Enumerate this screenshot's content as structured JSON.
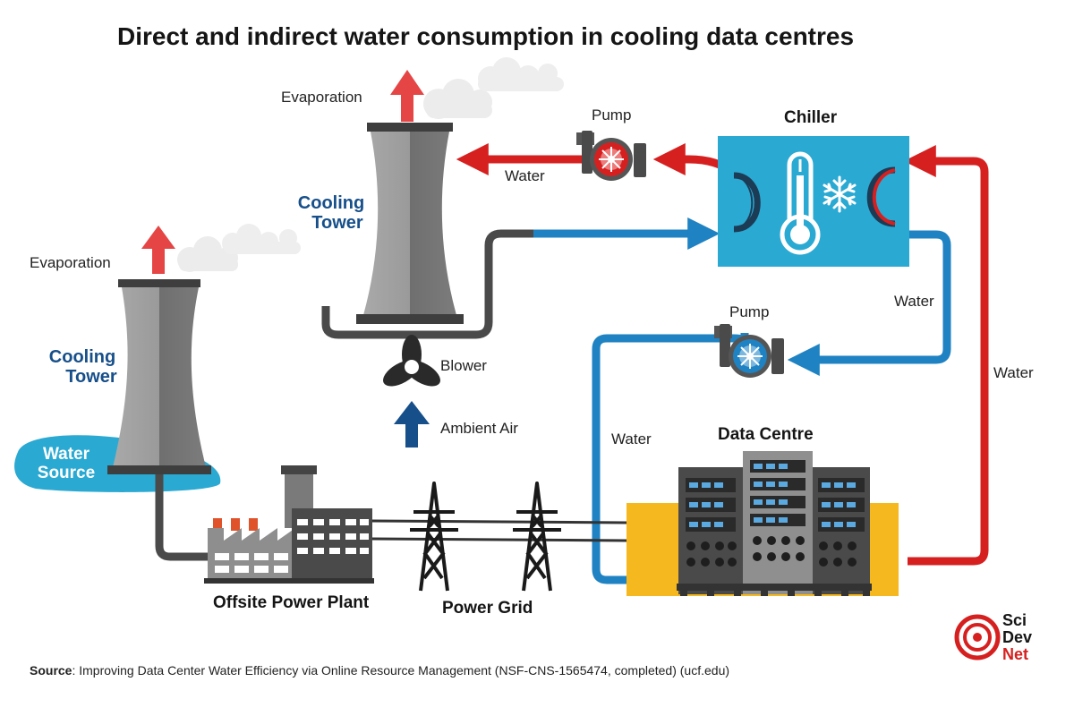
{
  "title": "Direct and indirect water consumption in cooling data centres",
  "labels": {
    "evaporation_1": "Evaporation",
    "evaporation_2": "Evaporation",
    "cooling_tower_1_a": "Cooling",
    "cooling_tower_1_b": "Tower",
    "cooling_tower_2_a": "Cooling",
    "cooling_tower_2_b": "Tower",
    "water_source_a": "Water",
    "water_source_b": "Source",
    "pump_top": "Pump",
    "pump_mid": "Pump",
    "chiller": "Chiller",
    "water_top": "Water",
    "water_chiller_right": "Water",
    "water_far_right": "Water",
    "water_left": "Water",
    "blower": "Blower",
    "ambient_air": "Ambient Air",
    "data_centre": "Data Centre",
    "offsite_power_plant": "Offsite Power Plant",
    "power_grid": "Power Grid"
  },
  "source": {
    "prefix": "Source",
    "text": ": Improving Data Center Water Efficiency via Online Resource Management (NSF-CNS-1565474, completed) (ucf.edu)"
  },
  "logo": {
    "line1": "Sci",
    "line2": "Dev",
    "line3": "Net"
  },
  "colors": {
    "hot_water": "#d62020",
    "cool_water": "#1f82c2",
    "chiller": "#2aa9d2",
    "data_centre_bg": "#f6b81f",
    "tower": "#8f8f8f",
    "pipe": "#4a4a4a",
    "label_blue": "#164f8a"
  }
}
